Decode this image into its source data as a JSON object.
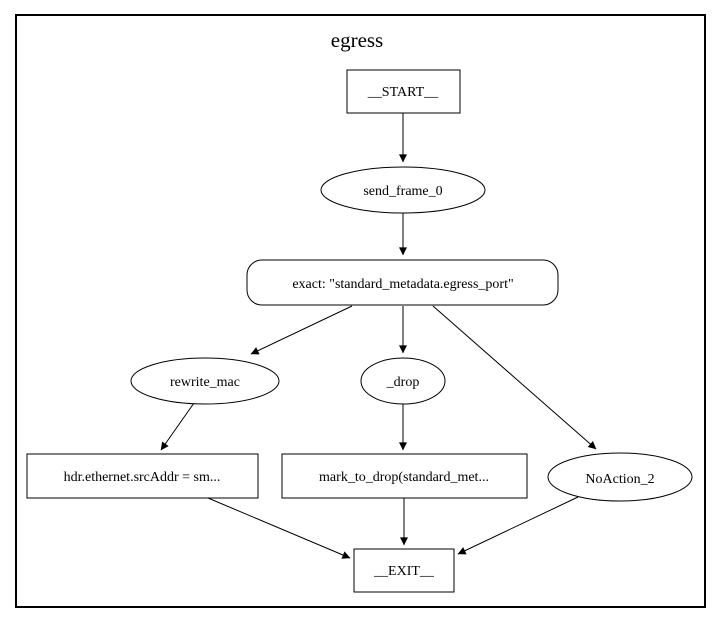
{
  "diagram": {
    "title": "egress",
    "nodes": {
      "start": {
        "label": "__START__",
        "shape": "rect"
      },
      "send_frame_0": {
        "label": "send_frame_0",
        "shape": "ellipse"
      },
      "exact_table": {
        "label": "exact: \"standard_metadata.egress_port\"",
        "shape": "rounded-rect"
      },
      "rewrite_mac": {
        "label": "rewrite_mac",
        "shape": "ellipse"
      },
      "drop": {
        "label": "_drop",
        "shape": "ellipse"
      },
      "noaction_2": {
        "label": "NoAction_2",
        "shape": "ellipse"
      },
      "assign_srcaddr": {
        "label": "hdr.ethernet.srcAddr = sm...",
        "shape": "rect"
      },
      "mark_to_drop": {
        "label": "mark_to_drop(standard_met...",
        "shape": "rect"
      },
      "exit": {
        "label": "__EXIT__",
        "shape": "rect"
      }
    },
    "edges": [
      {
        "from": "__START__",
        "to": "send_frame_0"
      },
      {
        "from": "send_frame_0",
        "to": "exact: \"standard_metadata.egress_port\""
      },
      {
        "from": "exact: \"standard_metadata.egress_port\"",
        "to": "rewrite_mac"
      },
      {
        "from": "exact: \"standard_metadata.egress_port\"",
        "to": "_drop"
      },
      {
        "from": "exact: \"standard_metadata.egress_port\"",
        "to": "NoAction_2"
      },
      {
        "from": "rewrite_mac",
        "to": "hdr.ethernet.srcAddr = sm..."
      },
      {
        "from": "_drop",
        "to": "mark_to_drop(standard_met..."
      },
      {
        "from": "hdr.ethernet.srcAddr = sm...",
        "to": "__EXIT__"
      },
      {
        "from": "mark_to_drop(standard_met...",
        "to": "__EXIT__"
      },
      {
        "from": "NoAction_2",
        "to": "__EXIT__"
      }
    ],
    "colors": {
      "stroke": "#000000",
      "background": "#ffffff"
    }
  }
}
